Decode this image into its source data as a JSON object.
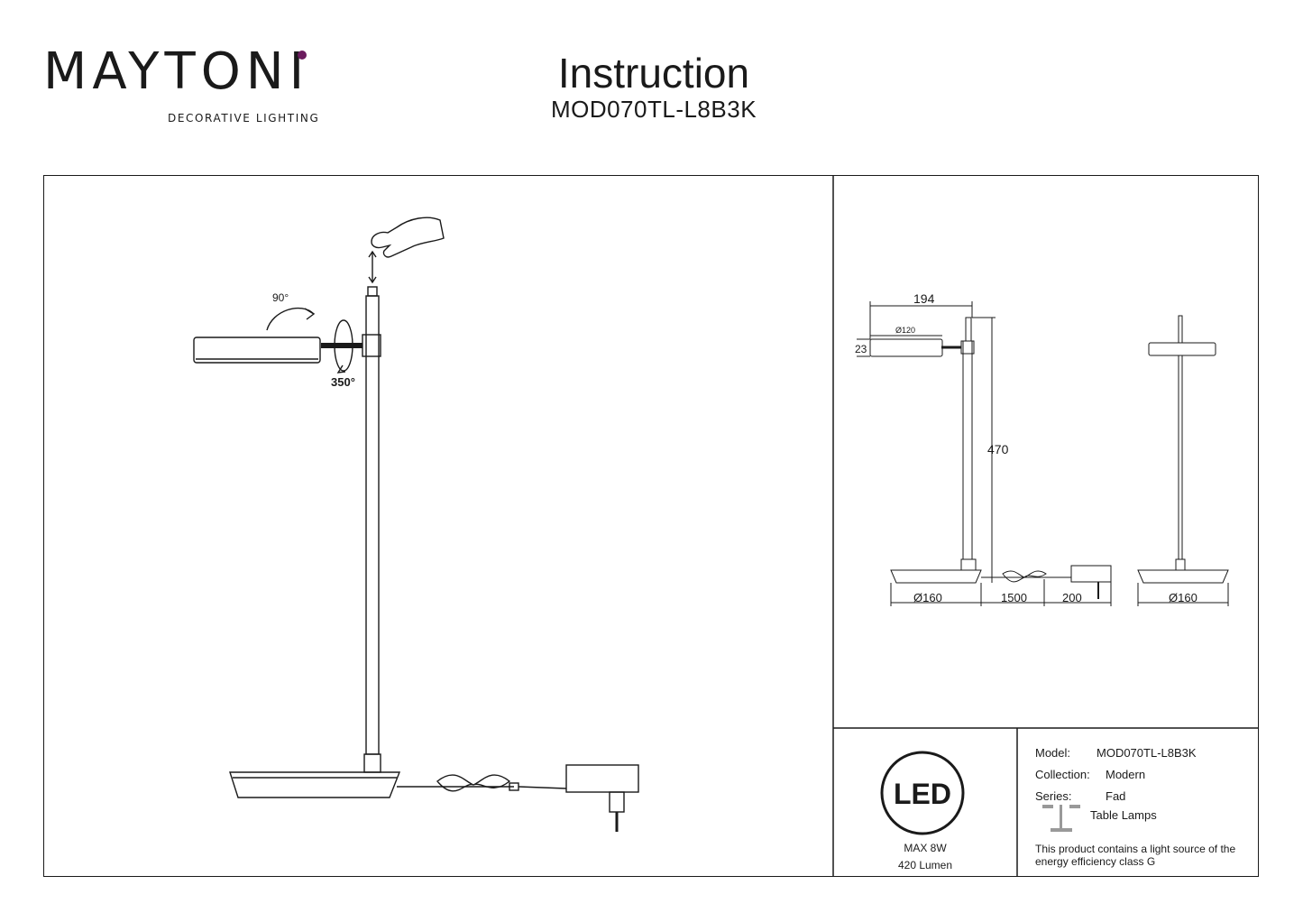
{
  "brand": {
    "name": "MAYTONI",
    "tagline": "DECORATIVE LIGHTING"
  },
  "header": {
    "title": "Instruction",
    "model": "MOD070TL-L8B3K"
  },
  "assembly": {
    "angle_tilt": "90°",
    "angle_rotate": "350°"
  },
  "dimensions": {
    "width": "194",
    "head_diameter": "Ø120",
    "head_height": "23",
    "height": "470",
    "base_diameter": "Ø160",
    "cable_length": "1500",
    "adapter_length": "200",
    "base_diameter_front": "Ø160"
  },
  "led": {
    "label": "LED",
    "power": "MAX 8W",
    "lumen": "420 Lumen"
  },
  "spec": {
    "model_label": "Model:",
    "model_value": "MOD070TL-L8B3K",
    "collection_label": "Collection:",
    "collection_value": "Modern",
    "series_label": "Series:",
    "series_value": "Fad",
    "type_value": "Table Lamps",
    "energy_line1": "This product contains a light source of the",
    "energy_line2": "energy efficiency class G"
  }
}
